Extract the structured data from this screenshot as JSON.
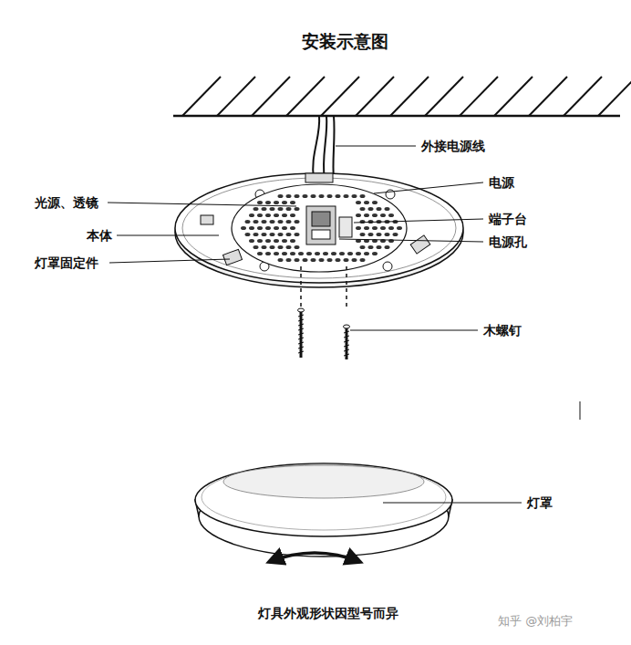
{
  "diagram": {
    "title": "安装示意图",
    "caption": "灯具外观形状因型号而异",
    "labels": [
      "外接电源线",
      "电源",
      "光源、透镜",
      "端子台",
      "本体",
      "电源孔",
      "灯罩固定件",
      "木螺钉",
      "灯罩",
      "知乎 @刘柏宇"
    ]
  }
}
